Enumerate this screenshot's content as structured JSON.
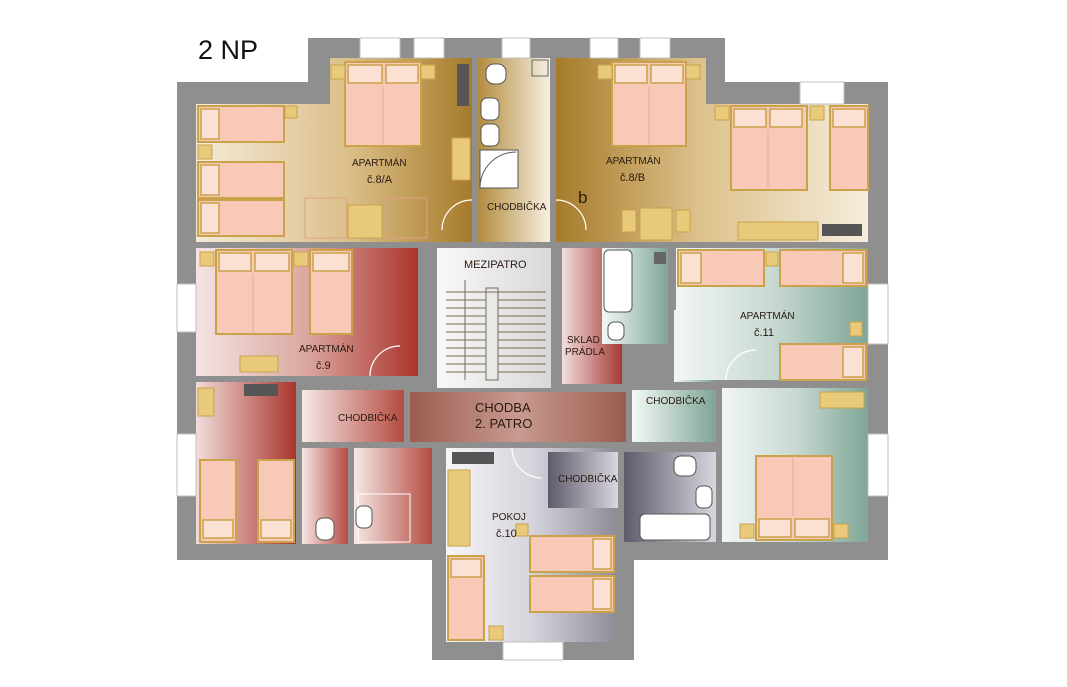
{
  "floor_title": "2 NP",
  "rooms": {
    "apt_8a": {
      "name": "APARTMÁN",
      "number": "č.8/A"
    },
    "apt_8b": {
      "name": "APARTMÁN",
      "number": "č.8/B"
    },
    "hall_8": {
      "name": "CHODBIČKA"
    },
    "mark_b": {
      "name": "b"
    },
    "mezipatro": {
      "name": "MEZIPATRO"
    },
    "apt_9": {
      "name": "APARTMÁN",
      "number": "č.9"
    },
    "sklad": {
      "name": "SKLAD",
      "name2": "PRÁDLA"
    },
    "apt_11": {
      "name": "APARTMÁN",
      "number": "č.11"
    },
    "hall_9": {
      "name": "CHODBIČKA"
    },
    "corridor": {
      "name": "CHODBA",
      "name2": "2. PATRO"
    },
    "hall_11": {
      "name": "CHODBIČKA"
    },
    "hall_10": {
      "name": "CHODBIČKA"
    },
    "room_10": {
      "name": "POKOJ",
      "number": "č.10"
    }
  },
  "colors": {
    "wall": "#8f8f8f",
    "apt_8": "#a8813a",
    "apt_9": "#b2413a",
    "apt_11": "#8fb3a4",
    "corridor": "#a46b5e",
    "room_10": "#8d8c98",
    "bed": "#f7c9b6"
  }
}
